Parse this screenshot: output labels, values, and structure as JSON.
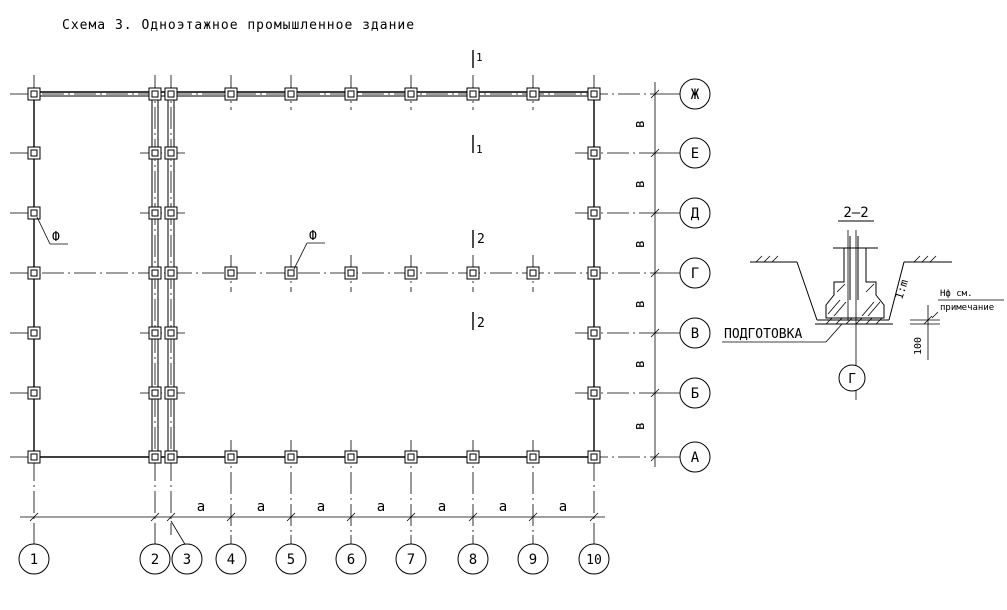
{
  "title": "Схема 3. Одноэтажное промышленное здание",
  "columns": [
    {
      "id": "col-1",
      "label": "1"
    },
    {
      "id": "col-2",
      "label": "2"
    },
    {
      "id": "col-3",
      "label": "3"
    },
    {
      "id": "col-4",
      "label": "4"
    },
    {
      "id": "col-5",
      "label": "5"
    },
    {
      "id": "col-6",
      "label": "6"
    },
    {
      "id": "col-7",
      "label": "7"
    },
    {
      "id": "col-8",
      "label": "8"
    },
    {
      "id": "col-9",
      "label": "9"
    },
    {
      "id": "col-10",
      "label": "10"
    }
  ],
  "rows": [
    {
      "id": "row-zh",
      "label": "Ж"
    },
    {
      "id": "row-e",
      "label": "Е"
    },
    {
      "id": "row-d",
      "label": "Д"
    },
    {
      "id": "row-g",
      "label": "Г"
    },
    {
      "id": "row-v",
      "label": "В"
    },
    {
      "id": "row-b",
      "label": "Б"
    },
    {
      "id": "row-a",
      "label": "А"
    }
  ],
  "dimension_labels": {
    "column_spacing": "а",
    "row_spacing": "в"
  },
  "callouts": {
    "foundation_left": "Ф",
    "foundation_middle": "Ф"
  },
  "section_marks": {
    "section_1_top": "1",
    "section_1_bottom": "1",
    "section_2_top": "2",
    "section_2_bottom": "2"
  },
  "section_detail": {
    "title": "2–2",
    "slope": "1:m",
    "bedding": "ПОДГОТОВКА",
    "note_line1": "Нф см.",
    "note_line2": "примечание",
    "depth": "100",
    "axis_label": "Г"
  }
}
